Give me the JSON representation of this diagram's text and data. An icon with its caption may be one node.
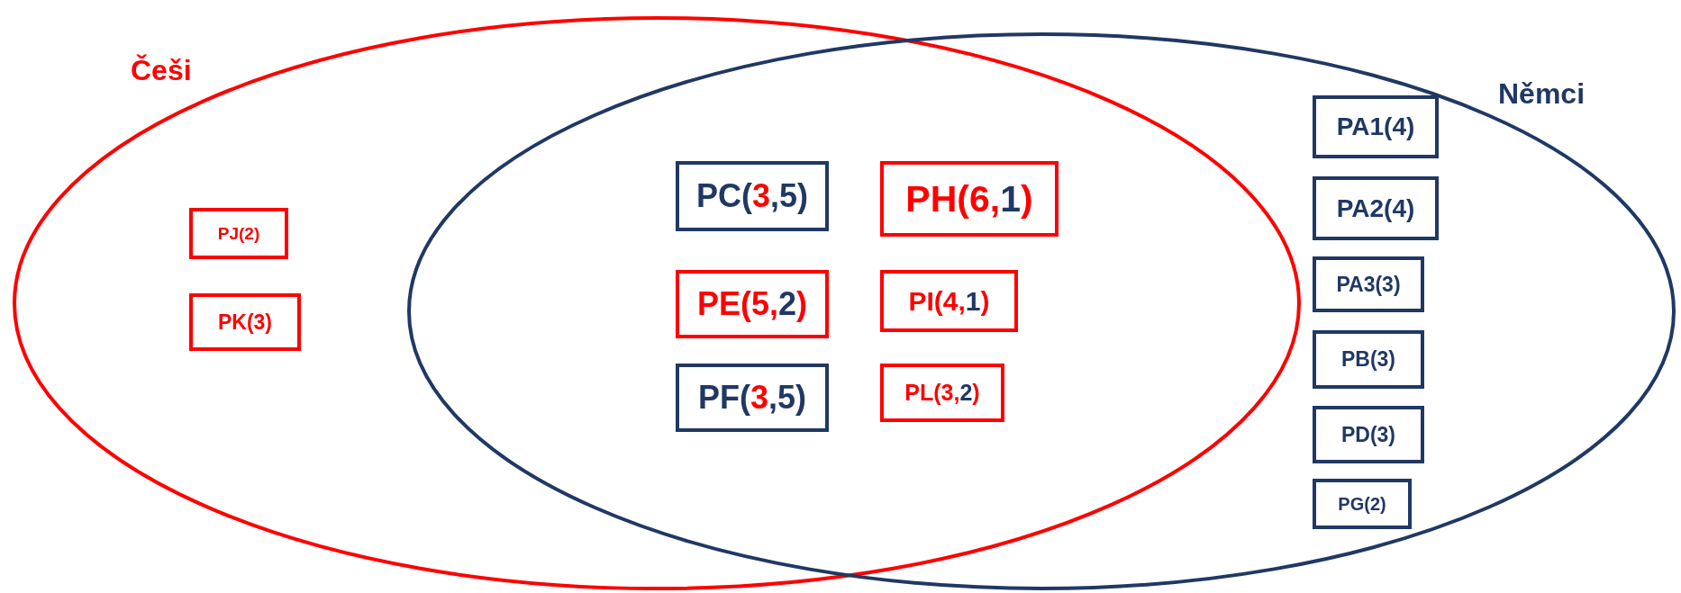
{
  "diagram": {
    "nodes": [
      {
        "text": [
          "Češi"
        ]
      },
      {
        "text": [
          "Němci"
        ]
      },
      {
        "text": [
          "PJ(2)"
        ],
        "in": 0
      },
      {
        "text": [
          "PK(3)"
        ],
        "in": 0
      },
      {
        "text": [
          "PC(3,5)"
        ]
      },
      {
        "text": [
          "PH(6,1)"
        ]
      },
      {
        "text": [
          "PE(5,2)"
        ]
      },
      {
        "text": [
          "PI(4,1)"
        ]
      },
      {
        "text": [
          "PF(3,5)"
        ]
      },
      {
        "text": [
          "PL(3,2)"
        ]
      },
      {
        "text": [
          "PA1(4)"
        ],
        "in": 1
      },
      {
        "text": [
          "PA2(4)"
        ],
        "in": 1
      },
      {
        "text": [
          "PA3(3)"
        ],
        "in": 1
      },
      {
        "text": [
          "PB(3)"
        ],
        "in": 1
      },
      {
        "text": [
          "PD(3)"
        ],
        "in": 1
      },
      {
        "text": [
          "PG(2)"
        ],
        "in": 1
      }
    ]
  }
}
